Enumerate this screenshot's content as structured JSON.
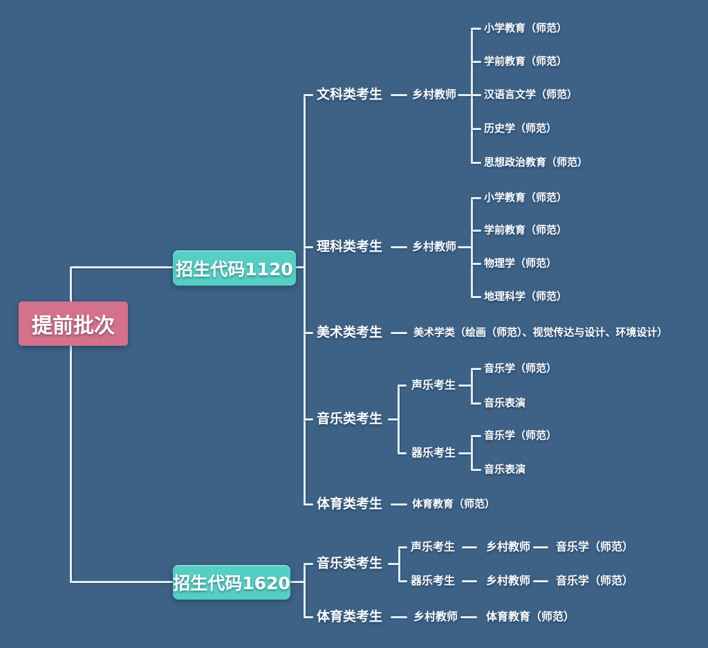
{
  "colors": {
    "background": "#3d6286",
    "root_node": "#d5718b",
    "code_node": "#55cec3",
    "connector": "#e3eef5",
    "text": "#ffffff"
  },
  "root": {
    "label": "提前批次"
  },
  "groups": [
    {
      "code_label": "招生代码1120",
      "branches": [
        {
          "label": "文科类考生",
          "mid": "乡村教师",
          "leaves": [
            "小学教育（师范）",
            "学前教育（师范）",
            "汉语言文学（师范）",
            "历史学（师范）",
            "思想政治教育（师范）"
          ]
        },
        {
          "label": "理科类考生",
          "mid": "乡村教师",
          "leaves": [
            "小学教育（师范）",
            "学前教育（师范）",
            "物理学（师范）",
            "地理科学（师范）"
          ]
        },
        {
          "label": "美术类考生",
          "mid": "美术学类（绘画（师范）、视觉传达与设计、环境设计）"
        },
        {
          "label": "音乐类考生",
          "subs": [
            {
              "label": "声乐考生",
              "leaves": [
                "音乐学（师范）",
                "音乐表演"
              ]
            },
            {
              "label": "器乐考生",
              "leaves": [
                "音乐学（师范）",
                "音乐表演"
              ]
            }
          ]
        },
        {
          "label": "体育类考生",
          "mid": "体育教育（师范）"
        }
      ]
    },
    {
      "code_label": "招生代码1620",
      "branches": [
        {
          "label": "音乐类考生",
          "subs": [
            {
              "label": "声乐考生",
              "mid": "乡村教师",
              "leaf": "音乐学（师范）"
            },
            {
              "label": "器乐考生",
              "mid": "乡村教师",
              "leaf": "音乐学（师范）"
            }
          ]
        },
        {
          "label": "体育类考生",
          "mid": "乡村教师",
          "leaf": "体育教育（师范）"
        }
      ]
    }
  ]
}
